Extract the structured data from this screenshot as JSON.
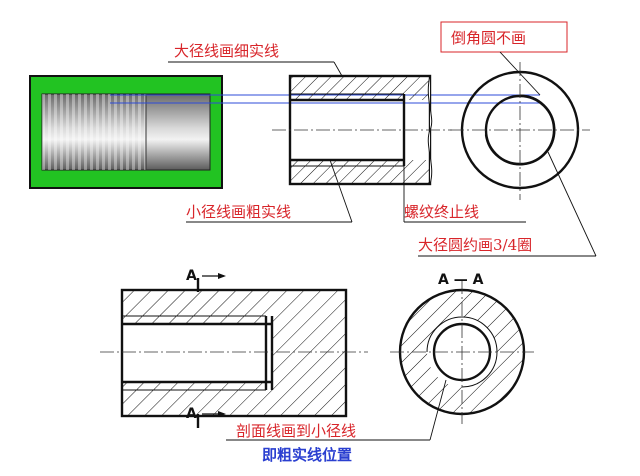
{
  "labels": {
    "major_dia_thin": "大径线画细实线",
    "chamfer_circle": "倒角圆不画",
    "minor_dia_thick": "小径线画粗实线",
    "thread_end": "螺纹终止线",
    "major_circle_three_quarter": "大径圆约画3/4圈",
    "hatch_to_minor": "剖面线画到小径线",
    "thick_line_position": "即粗实线位置"
  },
  "section": {
    "title": "A — A",
    "marker_top": "A",
    "marker_bottom": "A"
  },
  "colors": {
    "label_red": "#d8252a",
    "label_blue": "#2a3fd0",
    "thread_green": "#22c322",
    "guide_blue": "#2d4bd8"
  }
}
